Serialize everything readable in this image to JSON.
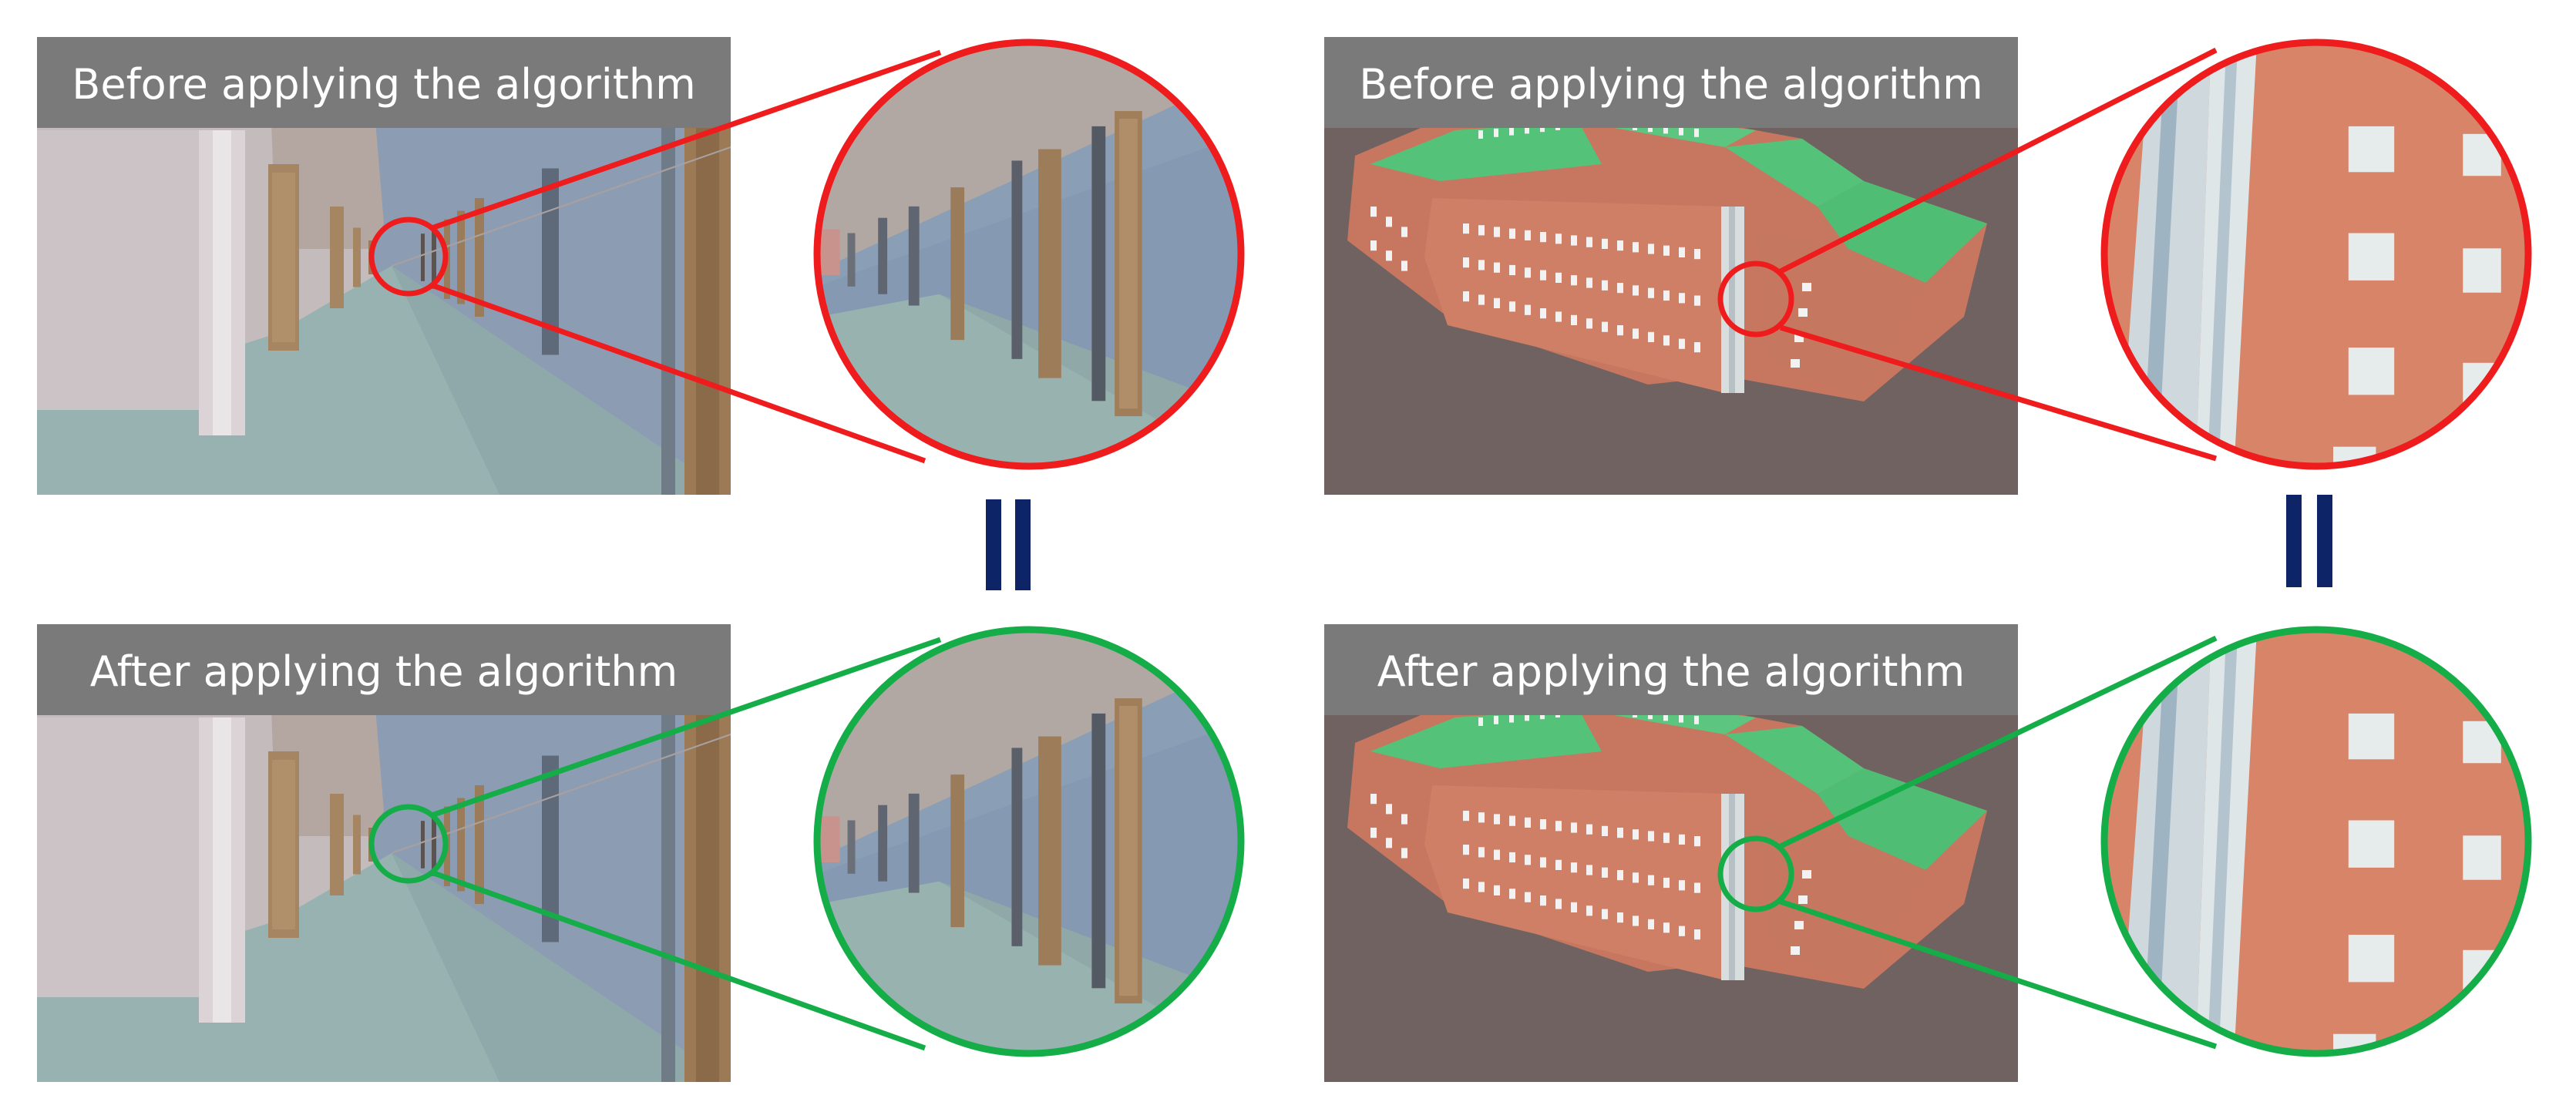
{
  "panels": [
    {
      "label": "Before applying the algorithm",
      "scene": "corridor",
      "state": "before",
      "ring_color": "#ee1c1c"
    },
    {
      "label": "After applying the algorithm",
      "scene": "corridor",
      "state": "after",
      "ring_color": "#14ad48"
    },
    {
      "label": "Before applying the algorithm",
      "scene": "building",
      "state": "before",
      "ring_color": "#ee1c1c"
    },
    {
      "label": "After applying the algorithm",
      "scene": "building",
      "state": "after",
      "ring_color": "#14ad48"
    }
  ],
  "equals_color": "#0d2466",
  "caption_bar_color": "#7a7a7a"
}
